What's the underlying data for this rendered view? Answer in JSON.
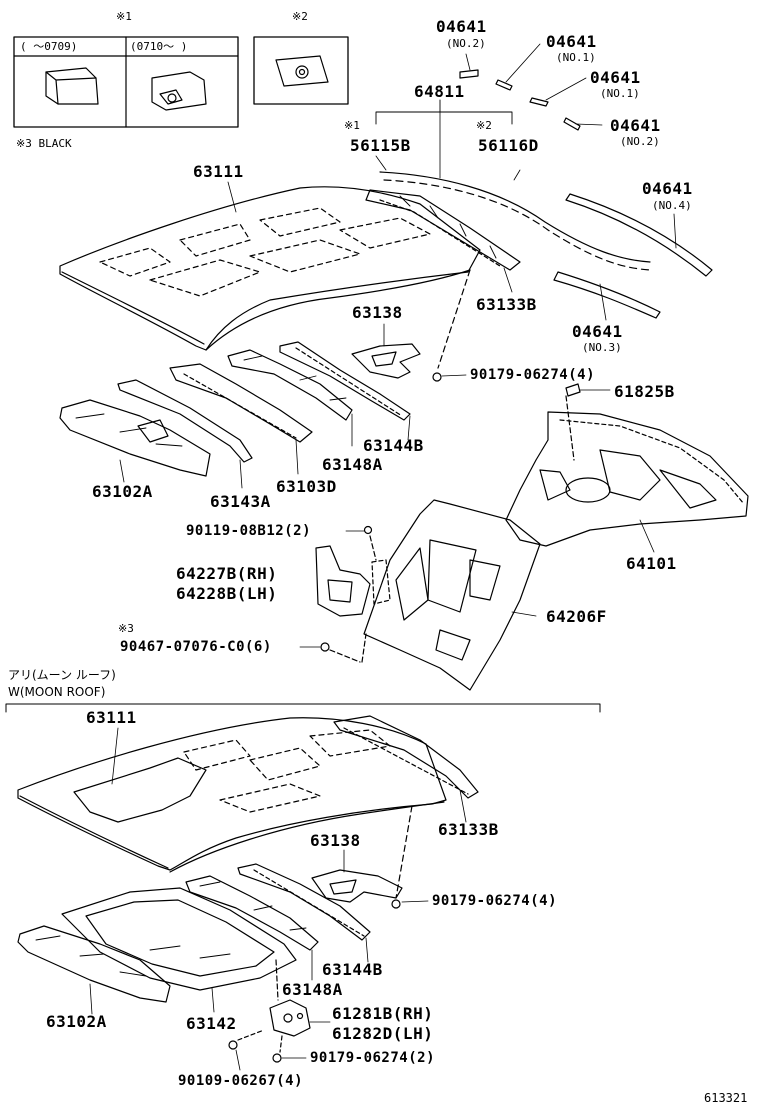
{
  "notes": {
    "n1_mark": "※1",
    "n1_col_a": "(    ～0709)",
    "n1_col_b": "(0710～     )",
    "n2_mark": "※2",
    "n3_black": "※3 BLACK",
    "n3_mark": "※3"
  },
  "section_moon_roof": {
    "jp": "アリ(ムーン ルーフ)",
    "en": "W(MOON ROOF)"
  },
  "parts_top": {
    "p04641_a": "04641",
    "p04641_a_sub": "(NO.2)",
    "p04641_b": "04641",
    "p04641_b_sub": "(NO.1)",
    "p04641_c": "04641",
    "p04641_c_sub": "(NO.1)",
    "p04641_d": "04641",
    "p04641_d_sub": "(NO.2)",
    "p04641_e": "04641",
    "p04641_e_sub": "(NO.4)",
    "p04641_f": "04641",
    "p04641_f_sub": "(NO.3)",
    "p64811": "64811",
    "n1": "※1",
    "n2": "※2",
    "p56115b": "56115B",
    "p56116d": "56116D",
    "p63111": "63111",
    "p63133b": "63133B",
    "p63138": "63138",
    "p90179a": "90179-06274(4)",
    "p61825b": "61825B",
    "p63144b": "63144B",
    "p63148a": "63148A",
    "p63103d": "63103D",
    "p63143a": "63143A",
    "p63102a": "63102A",
    "p64101": "64101",
    "p90119": "90119-08B12(2)",
    "p64227b": "64227B(RH)",
    "p64228b": "64228B(LH)",
    "p64206f": "64206F",
    "p90467": "90467-07076-C0(6)"
  },
  "parts_bottom": {
    "p63111": "63111",
    "p63133b": "63133B",
    "p63138": "63138",
    "p90179": "90179-06274(4)",
    "p63144b": "63144B",
    "p63148a": "63148A",
    "p63102a": "63102A",
    "p63142": "63142",
    "p61281b": "61281B(RH)",
    "p61282d": "61282D(LH)",
    "p90179b": "90179-06274(2)",
    "p90109": "90109-06267(4)"
  },
  "diagram_id": "613321"
}
